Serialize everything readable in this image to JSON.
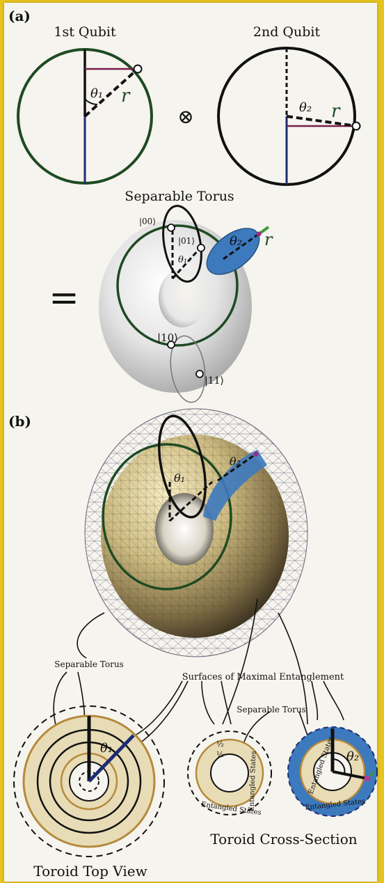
{
  "panel_a": {
    "label": "(a)",
    "qubit1_title": "1st Qubit",
    "qubit2_title": "2nd Qubit",
    "theta1": "θ₁",
    "theta2": "θ₂",
    "r": "r",
    "tensor": "⊗",
    "equals": "=",
    "torus_title": "Separable Torus",
    "states": {
      "s00": "|00⟩",
      "s01": "|01⟩",
      "s10": "|10⟩",
      "s11": "|11⟩"
    }
  },
  "panel_b": {
    "label": "(b)",
    "theta1": "θ₁",
    "theta2": "θ₂",
    "sep_torus_left": "Separable Torus",
    "max_ent": "Surfaces of Maximal Entanglement",
    "sep_torus_right": "Separable Torus",
    "half_top": "½",
    "half_bottom": "½",
    "ent_states_1": "Entangled States",
    "ent_states_2": "Entangled States",
    "ent_states_3": "Entangled States",
    "ent_states_4": "Entangled States",
    "cross_section_title": "Toroid Cross-Section",
    "top_view_title": "Toroid Top View"
  },
  "colors": {
    "border": "#e7c51f",
    "circle_green": "#1f4a23",
    "navy": "#1c2c73",
    "purple": "#7a1c4d",
    "torus_blue": "#3d79bd",
    "beige": "#e8dcb6",
    "tan_line": "#b58a3c"
  }
}
